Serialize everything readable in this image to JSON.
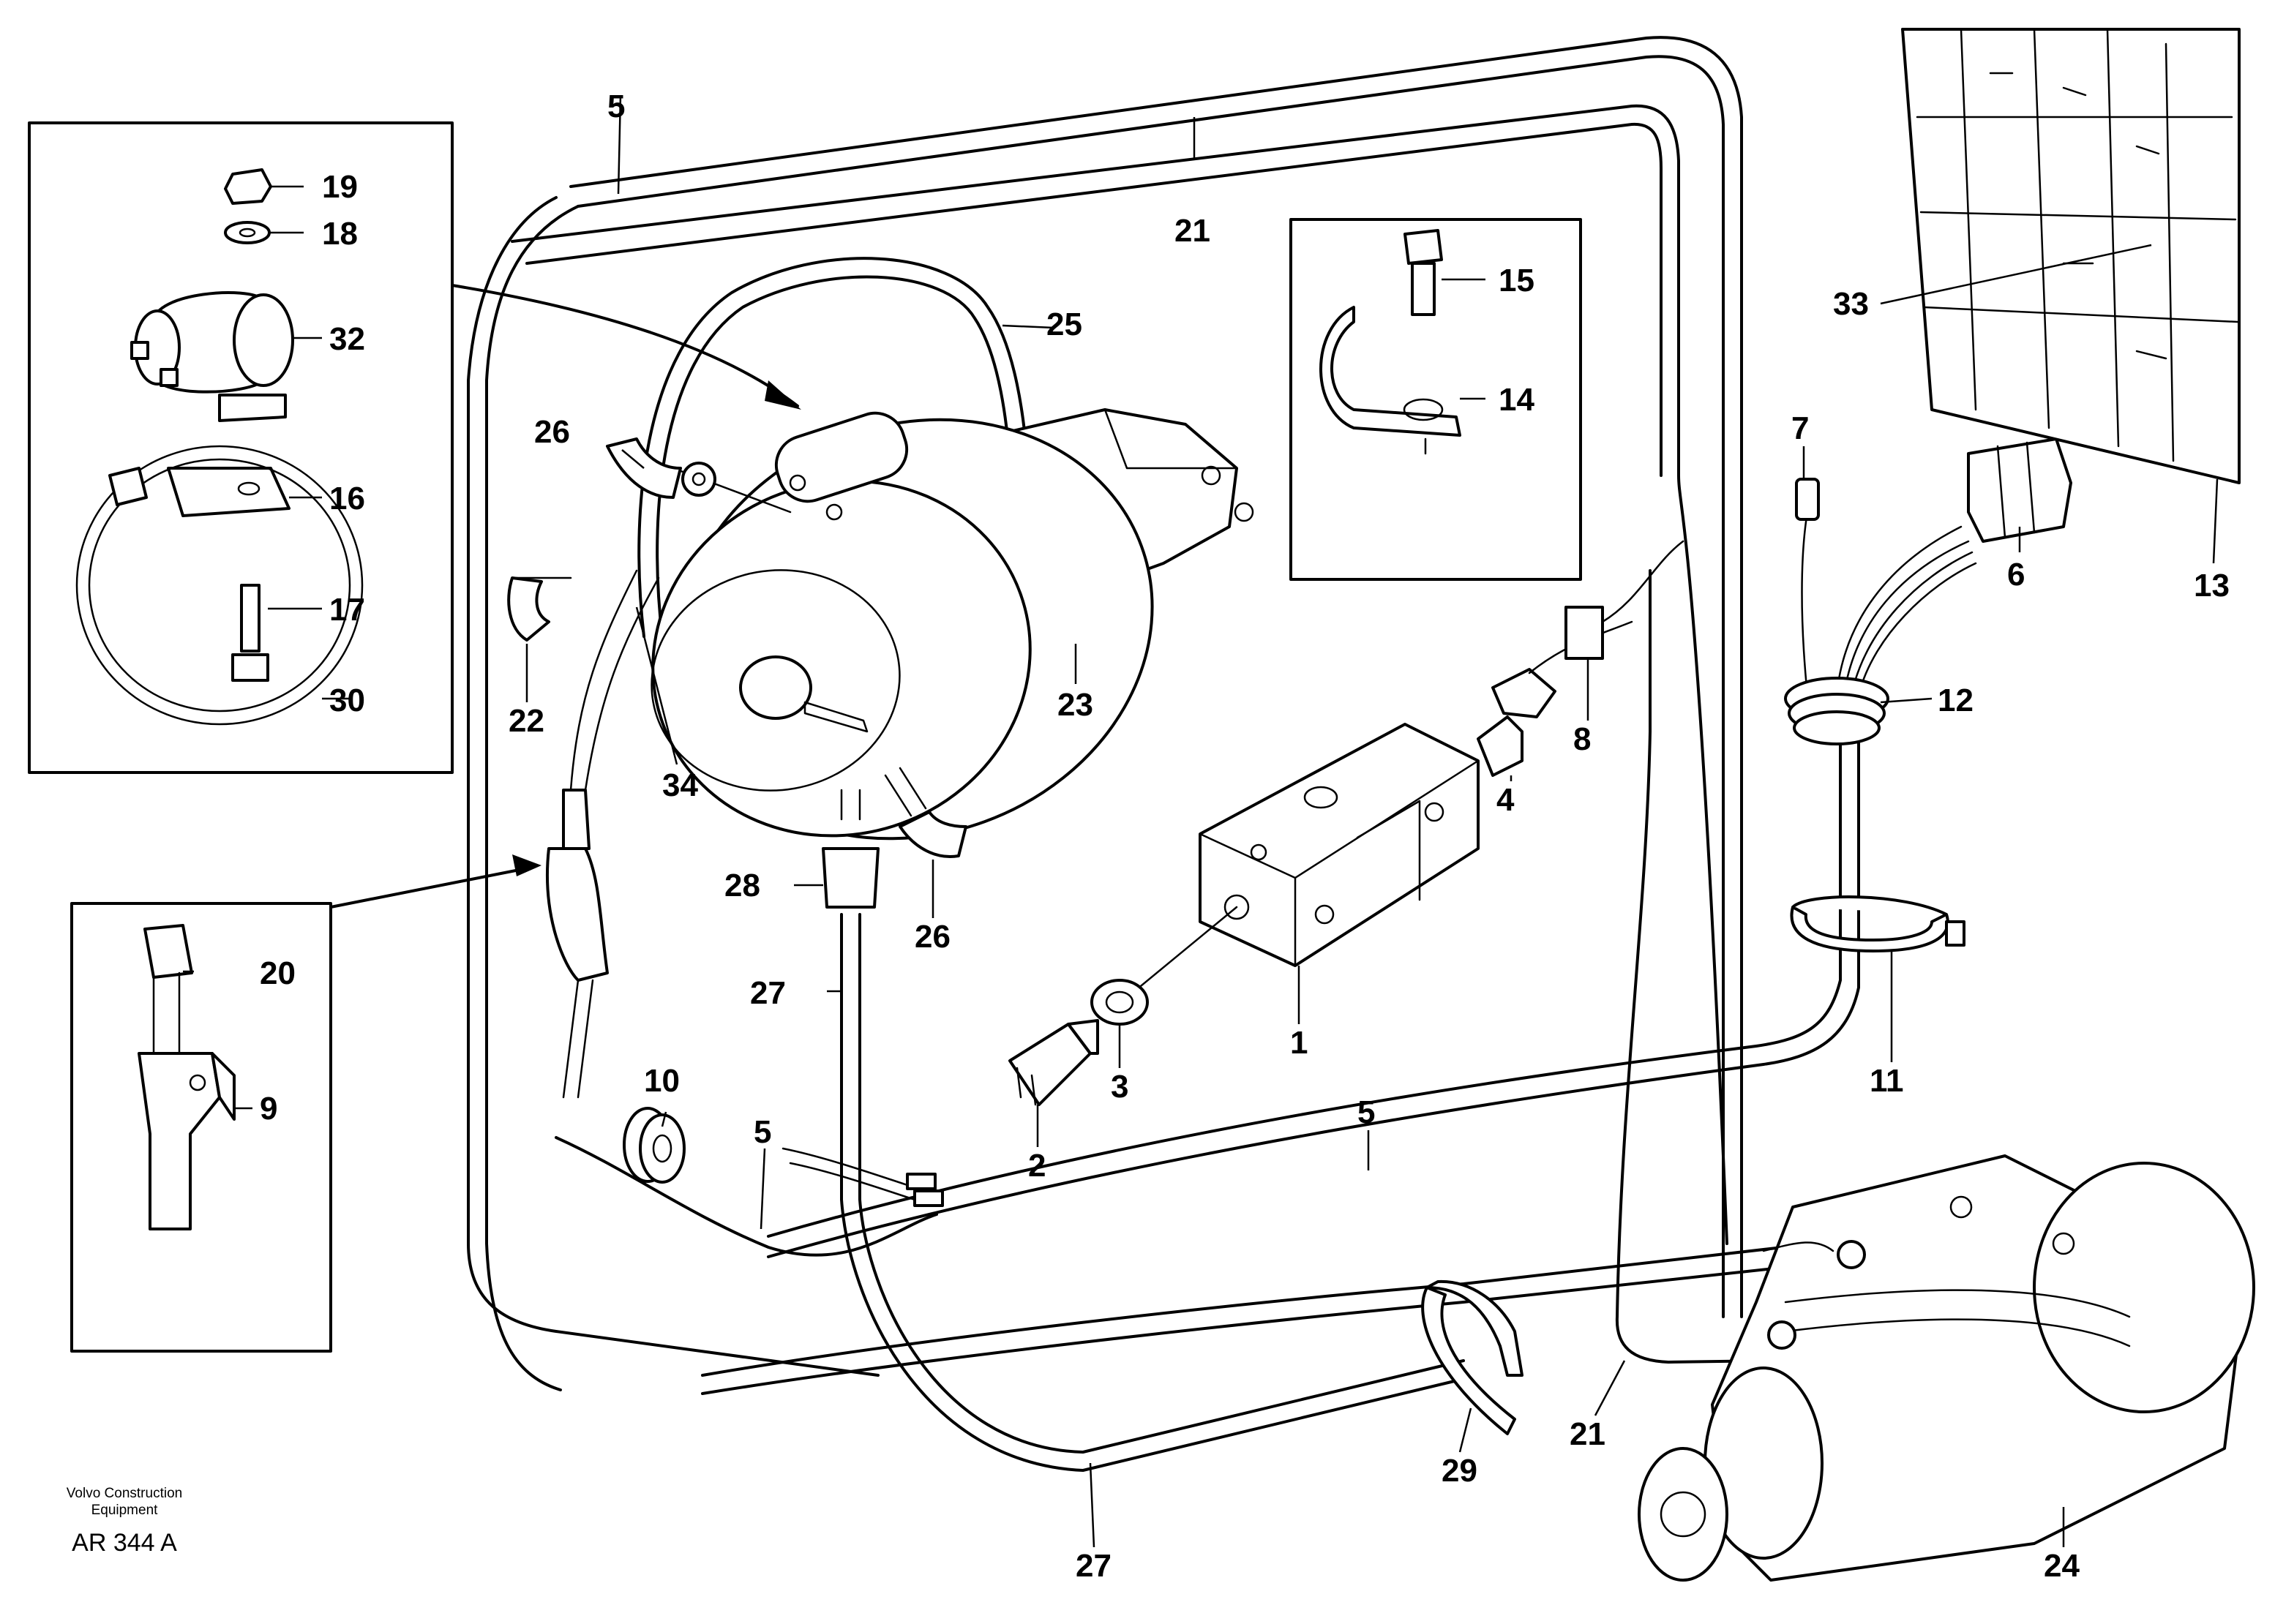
{
  "callouts": [
    {
      "id": "c1",
      "text": "1"
    },
    {
      "id": "c2",
      "text": "2"
    },
    {
      "id": "c3",
      "text": "3"
    },
    {
      "id": "c4",
      "text": "4"
    },
    {
      "id": "c5a",
      "text": "5"
    },
    {
      "id": "c5b",
      "text": "5"
    },
    {
      "id": "c5c",
      "text": "5"
    },
    {
      "id": "c6",
      "text": "6"
    },
    {
      "id": "c7",
      "text": "7"
    },
    {
      "id": "c8",
      "text": "8"
    },
    {
      "id": "c9",
      "text": "9"
    },
    {
      "id": "c10",
      "text": "10"
    },
    {
      "id": "c11",
      "text": "11"
    },
    {
      "id": "c12",
      "text": "12"
    },
    {
      "id": "c13",
      "text": "13"
    },
    {
      "id": "c14",
      "text": "14"
    },
    {
      "id": "c15",
      "text": "15"
    },
    {
      "id": "c16",
      "text": "16"
    },
    {
      "id": "c17",
      "text": "17"
    },
    {
      "id": "c18",
      "text": "18"
    },
    {
      "id": "c19",
      "text": "19"
    },
    {
      "id": "c20",
      "text": "20"
    },
    {
      "id": "c21a",
      "text": "21"
    },
    {
      "id": "c21b",
      "text": "21"
    },
    {
      "id": "c22",
      "text": "22"
    },
    {
      "id": "c23",
      "text": "23"
    },
    {
      "id": "c24",
      "text": "24"
    },
    {
      "id": "c25",
      "text": "25"
    },
    {
      "id": "c26a",
      "text": "26"
    },
    {
      "id": "c26b",
      "text": "26"
    },
    {
      "id": "c27a",
      "text": "27"
    },
    {
      "id": "c27b",
      "text": "27"
    },
    {
      "id": "c28",
      "text": "28"
    },
    {
      "id": "c29",
      "text": "29"
    },
    {
      "id": "c30",
      "text": "30"
    },
    {
      "id": "c32",
      "text": "32"
    },
    {
      "id": "c33",
      "text": "33"
    },
    {
      "id": "c34",
      "text": "34"
    }
  ],
  "footer": {
    "brand_line1": "Volvo Construction",
    "brand_line2": "Equipment",
    "figure_code": "AR 344 A"
  }
}
